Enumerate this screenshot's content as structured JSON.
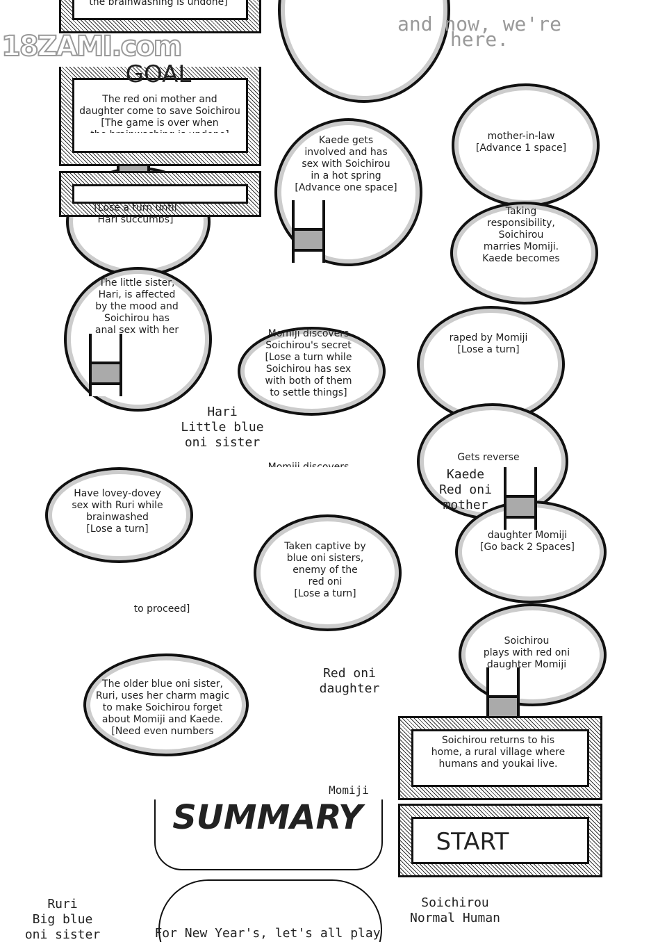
{
  "watermark": "18ZAMI.com",
  "caption_top": "and now, we're here.",
  "goal": {
    "title": "GOAL",
    "text": "The red oni mother and\ndaughter come to save Soichirou\n[The game is over when\nthe brainwashing is undone]",
    "cut_top": "the brainwashing is undone]"
  },
  "spaces": [
    "Kaede gets\ninvolved and has\nsex with Soichirou\nin a hot spring\n[Advance one space]",
    "mother-in-law\n[Advance 1 space]",
    "[Lose a turn until\nHari succumbs]",
    "Taking\nresponsibility,\nSoichirou\nmarries Momiji.\nKaede becomes",
    "The little sister,\nHari, is affected\nby the mood and\nSoichirou has\nanal sex with her",
    "Momiji discovers\nSoichirou's secret\n[Lose a turn while\nSoichirou has sex\nwith both of them\nto settle things]",
    "raped by Momiji\n[Lose a turn]",
    "Momiji discovers",
    "Gets reverse",
    "Have lovey-dovey\nsex with Ruri while\nbrainwashed\n[Lose a turn]",
    "Taken captive by\nblue oni sisters,\nenemy of the\nred oni\n[Lose a turn]",
    "daughter Momiji\n[Go back 2 Spaces]",
    "to proceed]",
    "Soichirou\nplays with red oni\ndaughter Momiji",
    "The older blue oni sister,\nRuri, uses her charm magic\nto make Soichirou forget\nabout Momiji and Kaede.\n[Need even numbers"
  ],
  "start": {
    "title": "START",
    "text": "Soichirou returns to his\nhome, a rural village where\nhumans and youkai live."
  },
  "characters": {
    "hari": "Hari\nLittle blue\noni sister",
    "kaede": "Kaede\nRed oni\nmother",
    "momiji_label": "Red oni\ndaughter",
    "momiji_name": "Momiji",
    "ruri": "Ruri\nBig blue\noni sister",
    "soichirou": "Soichirou\nNormal Human"
  },
  "summary": {
    "title": "SUMMARY",
    "bubble": "For New Year's, let's all play"
  }
}
